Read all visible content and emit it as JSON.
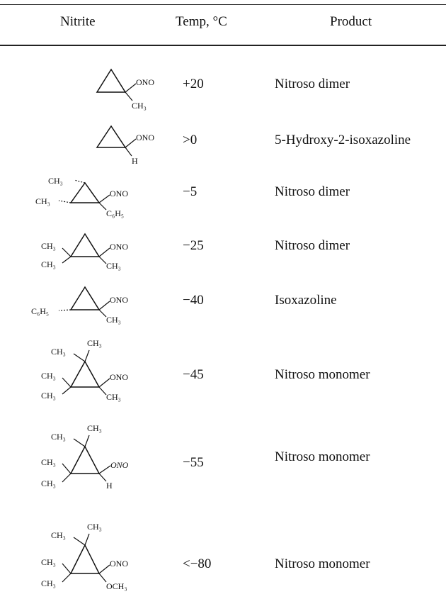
{
  "headers": {
    "nitrite": "Nitrite",
    "temp": "Temp, °C",
    "product": "Product"
  },
  "rows": [
    {
      "temp": "+20",
      "product": "Nitroso dimer",
      "labels": {
        "ono": "ONO",
        "sub": "CH₃"
      }
    },
    {
      "temp": ">0",
      "product": "5-Hydroxy-2-isoxazoline",
      "labels": {
        "ono": "ONO",
        "sub": "H"
      }
    },
    {
      "temp": "−5",
      "product": "Nitroso dimer",
      "labels": {
        "ono": "ONO",
        "sub": "C₆H₅",
        "top": "CH₃",
        "left": "CH₃"
      }
    },
    {
      "temp": "−25",
      "product": "Nitroso dimer",
      "labels": {
        "ono": "ONO",
        "sub": "CH₃",
        "ul": "CH₃",
        "ll": "CH₃"
      }
    },
    {
      "temp": "−40",
      "product": "Isoxazoline",
      "labels": {
        "ono": "ONO",
        "sub": "CH₃",
        "left": "C₆H₅"
      }
    },
    {
      "temp": "−45",
      "product": "Nitroso monomer",
      "labels": {
        "ono": "ONO",
        "sub": "CH₃",
        "top": "CH₃",
        "tl": "CH₃",
        "ul": "CH₃",
        "ll": "CH₃"
      }
    },
    {
      "temp": "−55",
      "product": "Nitroso monomer",
      "labels": {
        "ono": "ONO",
        "sub": "H",
        "top": "CH₃",
        "tl": "CH₃",
        "ul": "CH₃",
        "ll": "CH₃"
      }
    },
    {
      "temp": "<−80",
      "product": "Nitroso monomer",
      "labels": {
        "ono": "ONO",
        "sub": "OCH₃",
        "top": "CH₃",
        "tl": "CH₃",
        "ul": "CH₃",
        "ll": "CH₃"
      }
    }
  ]
}
